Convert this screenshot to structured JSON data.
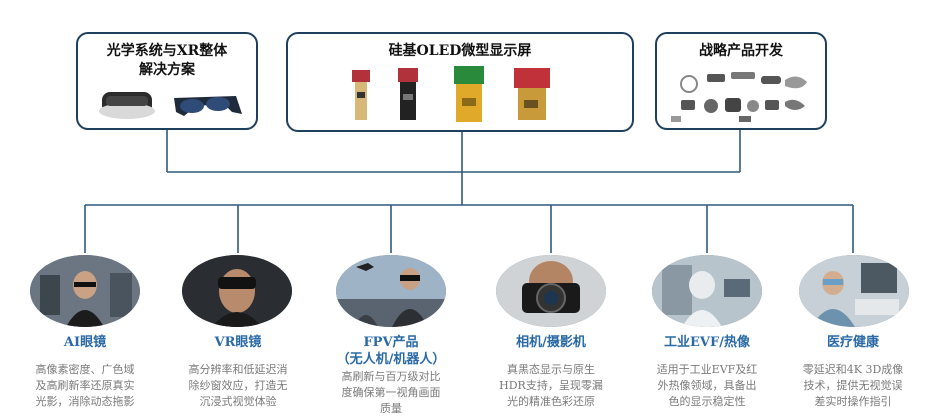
{
  "top_boxes": [
    {
      "id": "optics",
      "title_line1": "光学系统与XR整体",
      "title_line2": "解决方案"
    },
    {
      "id": "oled",
      "title_line1": "硅基OLED微型显示屏"
    },
    {
      "id": "strategic",
      "title_line1": "战略产品开发"
    }
  ],
  "categories": [
    {
      "title": "AI眼镜",
      "desc": [
        "高像素密度、广色域",
        "及高刷新率还原真实",
        "光影，消除动态拖影"
      ]
    },
    {
      "title": "VR眼镜",
      "desc": [
        "高分辨率和低延迟消",
        "除纱窗效应，打造无",
        "沉浸式视觉体验"
      ]
    },
    {
      "title": "FPV产品",
      "subtitle": "（无人机/机器人）",
      "desc": [
        "高刷新与百万级对比",
        "度确保第一视角画面",
        "质量"
      ]
    },
    {
      "title": "相机/摄影机",
      "desc": [
        "真黑态显示与原生",
        "HDR支持，呈现零漏",
        "光的精准色彩还原"
      ]
    },
    {
      "title": "工业EVF/热像",
      "desc": [
        "适用于工业EVF及红",
        "外热像领域，具备出",
        "色的显示稳定性"
      ]
    },
    {
      "title": "医疗健康",
      "desc": [
        "零延迟和4K 3D成像",
        "技术，提供无视觉误",
        "差实时操作指引"
      ]
    }
  ],
  "colors": {
    "box_border": "#1f3f5e",
    "connector": "#2f5a7e",
    "category_title": "#2a6aa6",
    "desc_text": "#7a7a7a"
  }
}
